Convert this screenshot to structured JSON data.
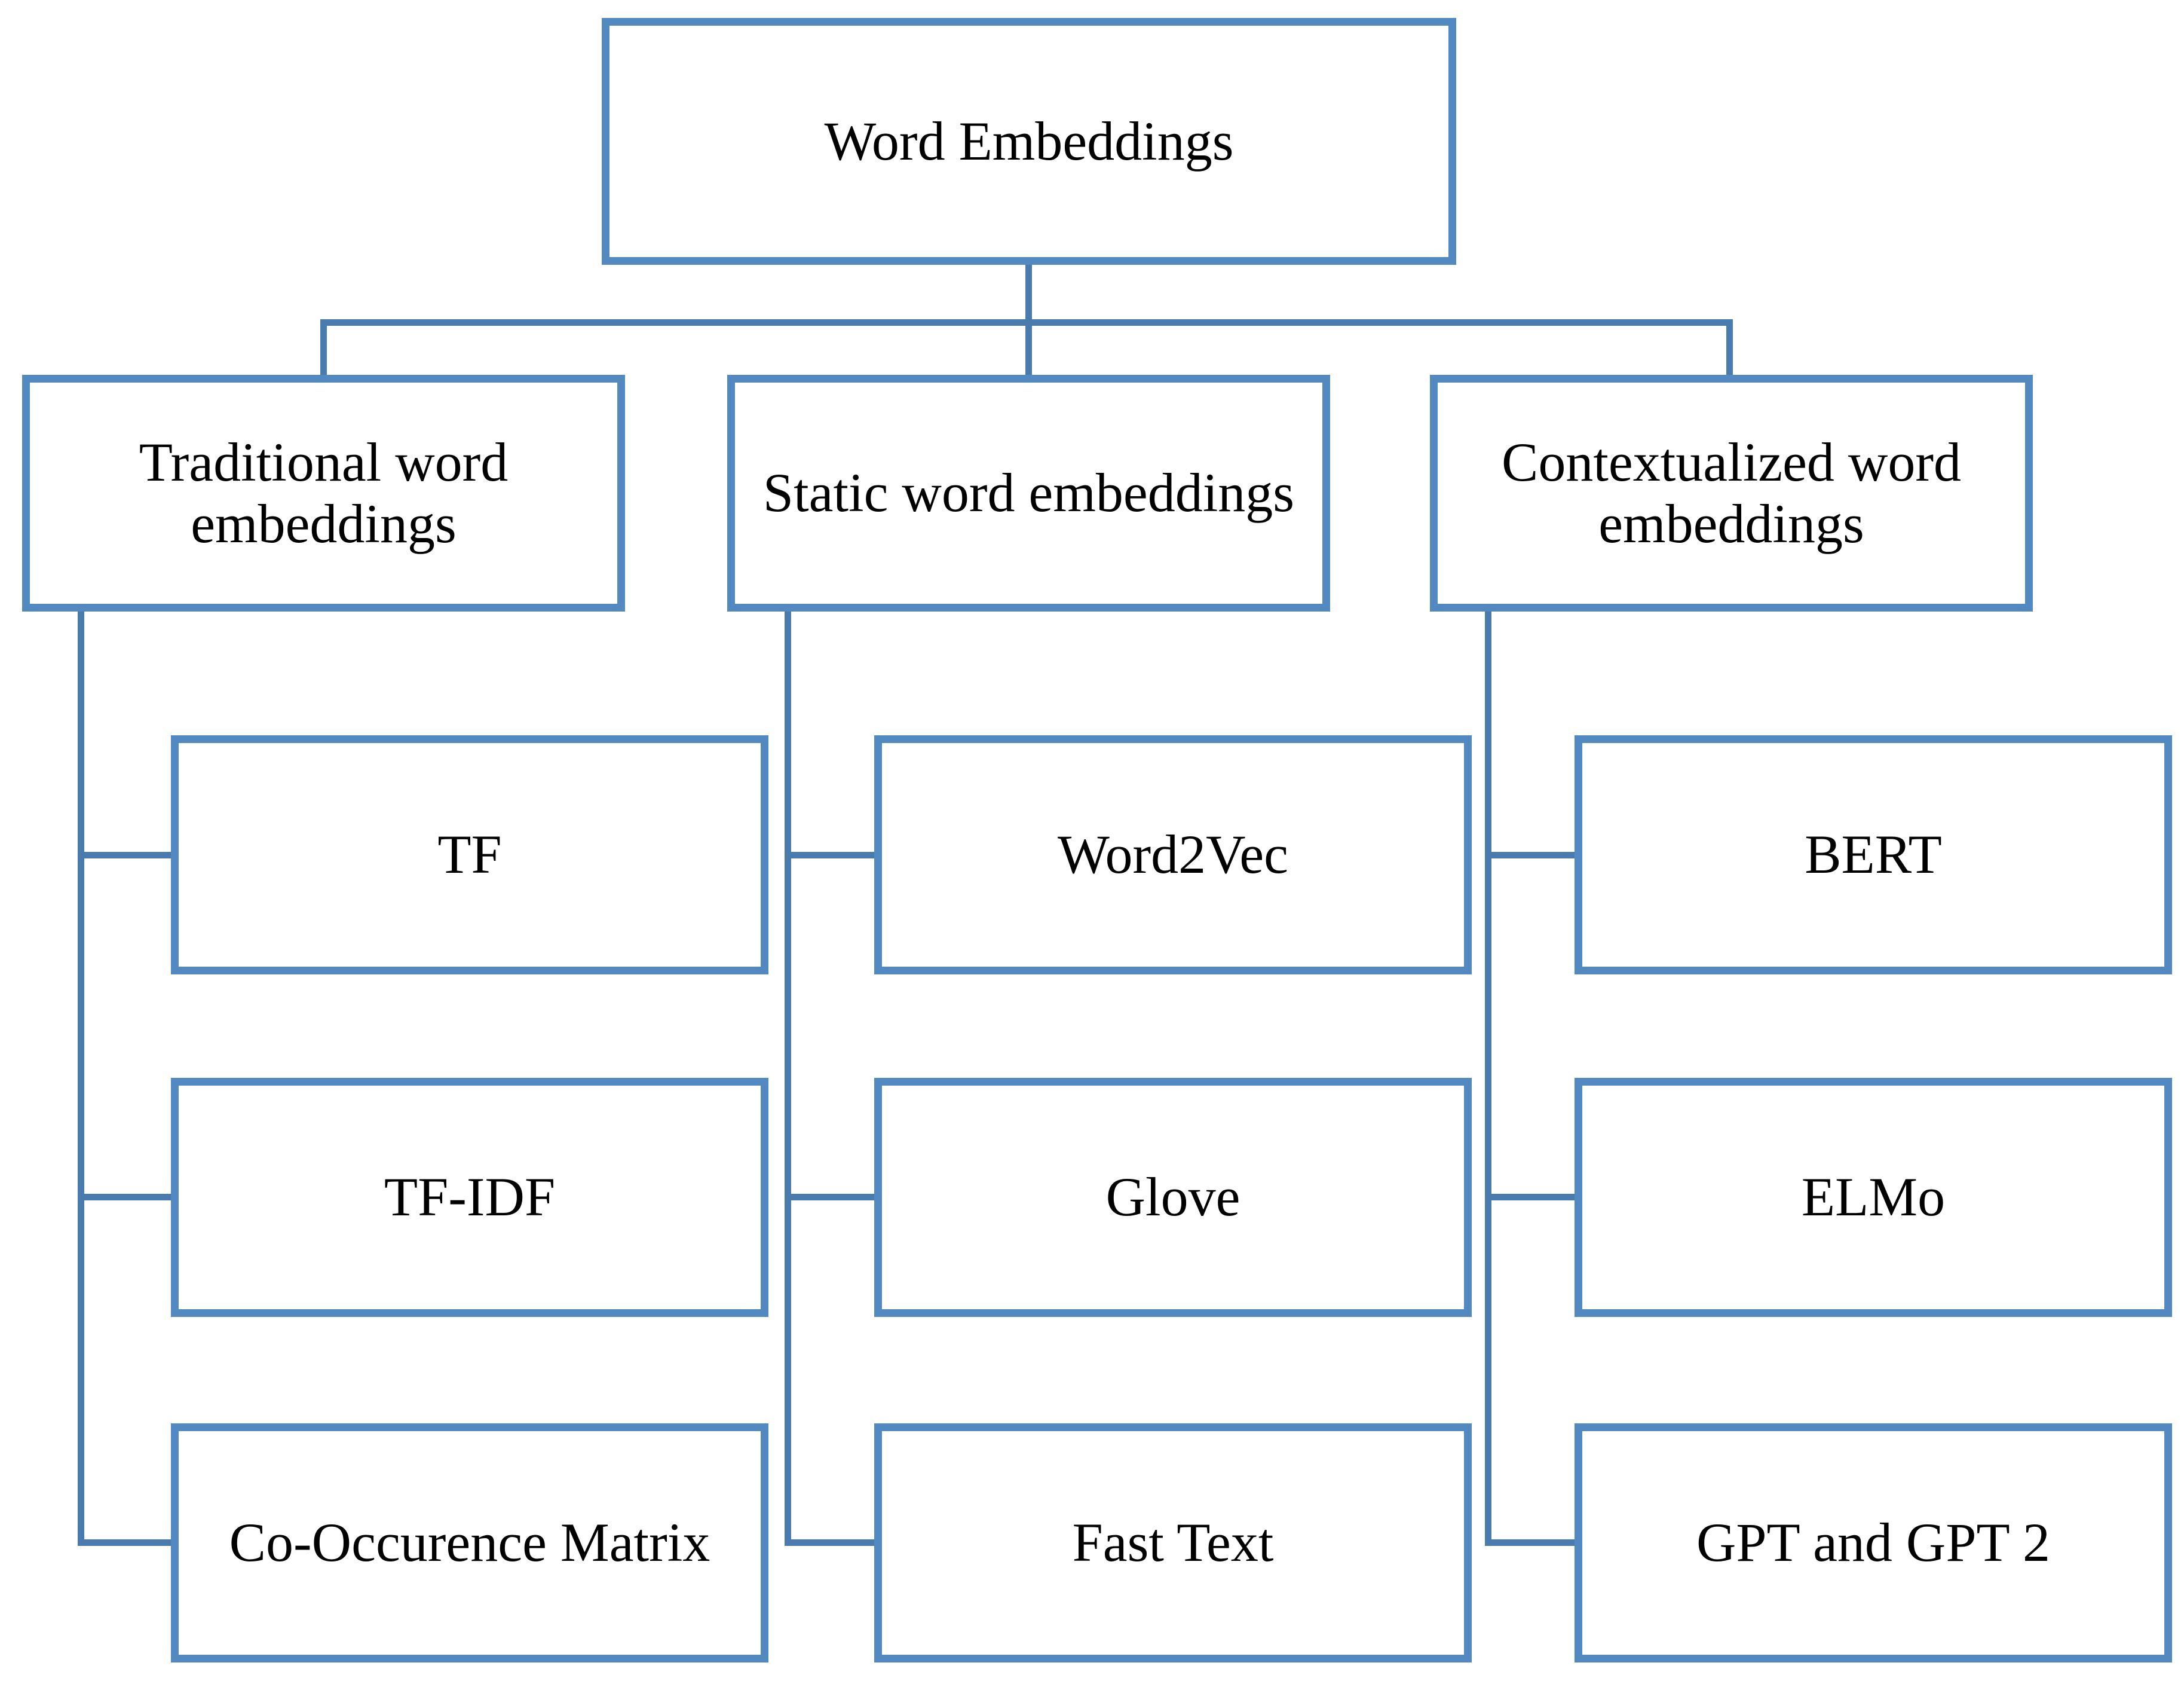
{
  "diagram": {
    "root": {
      "label": "Word Embeddings"
    },
    "branches": [
      {
        "label": "Traditional word embeddings",
        "children": [
          "TF",
          "TF-IDF",
          "Co-Occurence Matrix"
        ]
      },
      {
        "label": "Static word embeddings",
        "children": [
          "Word2Vec",
          "Glove",
          "Fast Text"
        ]
      },
      {
        "label": "Contextualized word embeddings",
        "children": [
          "BERT",
          "ELMo",
          "GPT and GPT 2"
        ]
      }
    ],
    "colors": {
      "box_border": "#5289c0",
      "connector": "#4a7bae",
      "text": "#000000",
      "background": "#ffffff"
    }
  }
}
